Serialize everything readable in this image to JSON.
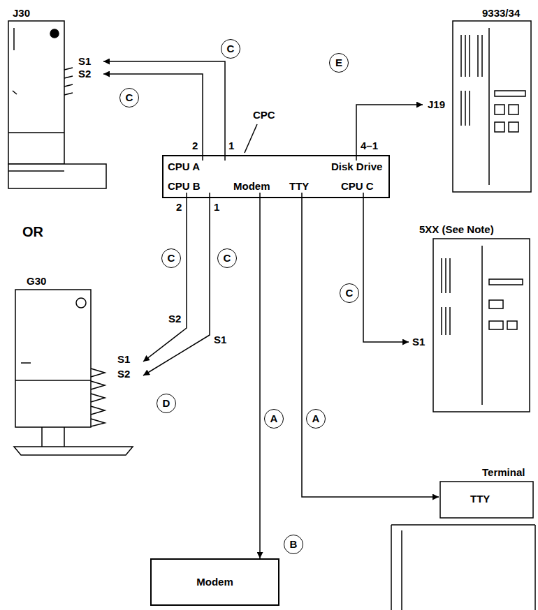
{
  "diagram": {
    "nodes": [
      {
        "text": [
          "J30"
        ]
      },
      {
        "text": [
          "G30"
        ]
      },
      {
        "text": [
          "9333/34"
        ]
      },
      {
        "text": [
          "5XX (See Note)"
        ]
      },
      {
        "text": [
          "CPC"
        ]
      },
      {
        "text": [
          "CPU A"
        ],
        "in": 4
      },
      {
        "text": [
          "Disk Drive"
        ],
        "in": 4
      },
      {
        "text": [
          "CPU B"
        ],
        "in": 4
      },
      {
        "text": [
          "Modem"
        ],
        "in": 4
      },
      {
        "text": [
          "TTY"
        ],
        "in": 4
      },
      {
        "text": [
          "CPU C"
        ],
        "in": 4
      },
      {
        "text": [
          "Terminal",
          "TTY"
        ]
      },
      {
        "text": [
          "Modem"
        ]
      }
    ],
    "edges": [
      {
        "from": 5,
        "to": 0,
        "arrow": "to"
      },
      {
        "from": 5,
        "to": 0,
        "arrow": "to"
      },
      {
        "from": 7,
        "to": 1,
        "arrow": "to"
      },
      {
        "from": 7,
        "to": 1,
        "arrow": "to"
      },
      {
        "from": 6,
        "to": 2,
        "arrow": "to"
      },
      {
        "from": 10,
        "to": 3,
        "arrow": "to"
      },
      {
        "from": 9,
        "to": 11,
        "arrow": "to"
      },
      {
        "from": 8,
        "to": 12,
        "arrow": "to"
      }
    ],
    "labels": [
      "C",
      "C",
      "E",
      "2",
      "1",
      "4–1",
      "S1",
      "S2",
      "J19",
      "OR",
      "2",
      "1",
      "C",
      "C",
      "C",
      "S2",
      "S1",
      "S1",
      "S2",
      "D",
      "S1",
      "A",
      "A",
      "B"
    ]
  }
}
